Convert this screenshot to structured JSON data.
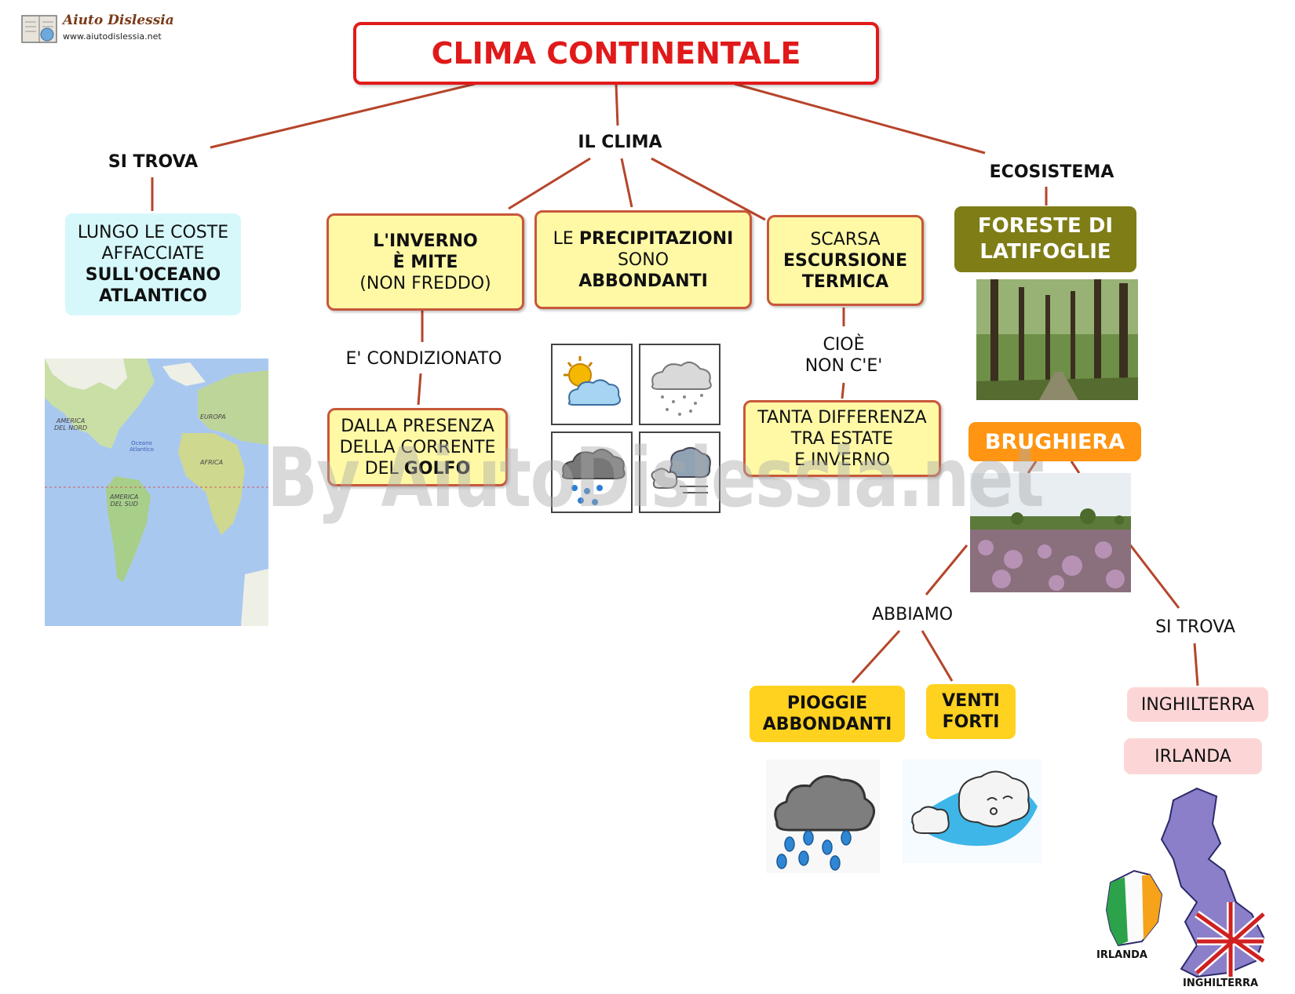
{
  "logo": {
    "name": "Aiuto Dislessia",
    "url": "www.aiutodislessia.net"
  },
  "watermark": "By AiutoDislessia.net",
  "title": "CLIMA CONTINENTALE",
  "branches": {
    "si_trova": "SI TROVA",
    "il_clima": "IL CLIMA",
    "ecosistema": "ECOSISTEMA"
  },
  "coste": {
    "line1": "LUNGO LE COSTE",
    "line2": "AFFACCIATE",
    "line3": "SULL'OCEANO",
    "line4": "ATLANTICO"
  },
  "map": {
    "america_nord_1": "AMERICA",
    "america_nord_2": "DEL NORD",
    "europa": "EUROPA",
    "oceano_1": "Oceano",
    "oceano_2": "Atlantico",
    "africa": "AFRICA",
    "america_sud_1": "AMERICA",
    "america_sud_2": "DEL SUD"
  },
  "inverno": {
    "line1": "L'INVERNO",
    "line2": "È MITE",
    "line3": "(NON FREDDO)"
  },
  "condizionato": "E' CONDIZIONATO",
  "golfo": {
    "line1": "DALLA PRESENZA",
    "line2": "DELLA CORRENTE",
    "line3_a": "DEL ",
    "line3_b": "GOLFO"
  },
  "precipitazioni": {
    "line1_a": "LE ",
    "line1_b": "PRECIPITAZIONI",
    "line2": "SONO",
    "line3": "ABBONDANTI"
  },
  "escursione": {
    "line1": "SCARSA",
    "line2": "ESCURSIONE",
    "line3": "TERMICA"
  },
  "cioe": {
    "line1": "CIOÈ",
    "line2": "NON C'E'"
  },
  "differenza": {
    "line1": "TANTA DIFFERENZA",
    "line2": "TRA ESTATE",
    "line3": "E INVERNO"
  },
  "foreste": {
    "line1": "FORESTE DI",
    "line2": "LATIFOGLIE"
  },
  "brughiera": "BRUGHIERA",
  "abbiamo": "ABBIAMO",
  "si_trova_2": "SI TROVA",
  "piogge": {
    "line1": "PIOGGIE",
    "line2": "ABBONDANTI"
  },
  "venti": {
    "line1": "VENTI",
    "line2": "FORTI"
  },
  "inghilterra": "INGHILTERRA",
  "irlanda": "IRLANDA",
  "uk_map": {
    "irlanda": "IRLANDA",
    "inghilterra": "INGHILTERRA"
  },
  "colors": {
    "title_red": "#e01a1a",
    "connector": "#b5452a",
    "yellow_box": "#fff9a6",
    "light_blue": "#d6f8fb",
    "olive": "#7f7d16",
    "orange": "#ff9512",
    "gold": "#ffd21f",
    "pink": "#fcd6d6"
  }
}
